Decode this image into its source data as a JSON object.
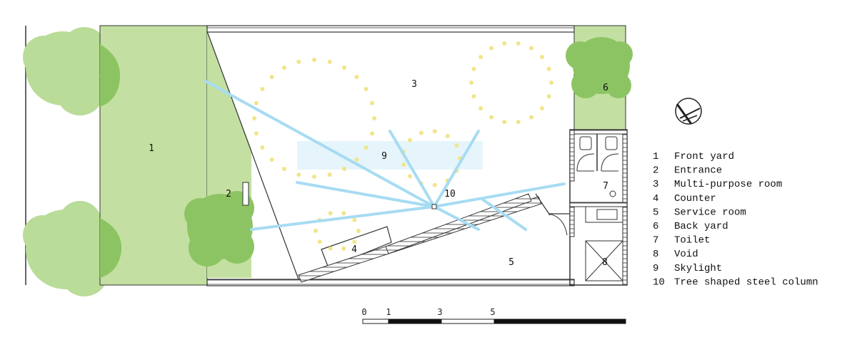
{
  "labels": {
    "front_yard": "1",
    "entrance": "2",
    "multipurpose_room": "3",
    "counter": "4",
    "service_room": "5",
    "back_yard": "6",
    "toilet": "7",
    "void": "8",
    "skylight": "9",
    "steel_column": "10"
  },
  "legend": [
    {
      "num": "1",
      "text": "Front yard"
    },
    {
      "num": "2",
      "text": "Entrance"
    },
    {
      "num": "3",
      "text": "Multi-purpose room"
    },
    {
      "num": "4",
      "text": "Counter"
    },
    {
      "num": "5",
      "text": "Service room"
    },
    {
      "num": "6",
      "text": "Back yard"
    },
    {
      "num": "7",
      "text": "Toilet"
    },
    {
      "num": "8",
      "text": "Void"
    },
    {
      "num": "9",
      "text": "Skylight"
    },
    {
      "num": "10",
      "text": "Tree shaped steel column"
    }
  ],
  "scale": {
    "ticks": [
      "0",
      "1",
      "3",
      "5"
    ]
  },
  "colors": {
    "light_green": "#c3e0a2",
    "tree_light": "#b9dc98",
    "tree_dark": "#8dc463",
    "beam_blue": "#a6dcf2",
    "skylight": "#e6f5fb",
    "light_dot": "#f2e58a",
    "line": "#222222"
  }
}
